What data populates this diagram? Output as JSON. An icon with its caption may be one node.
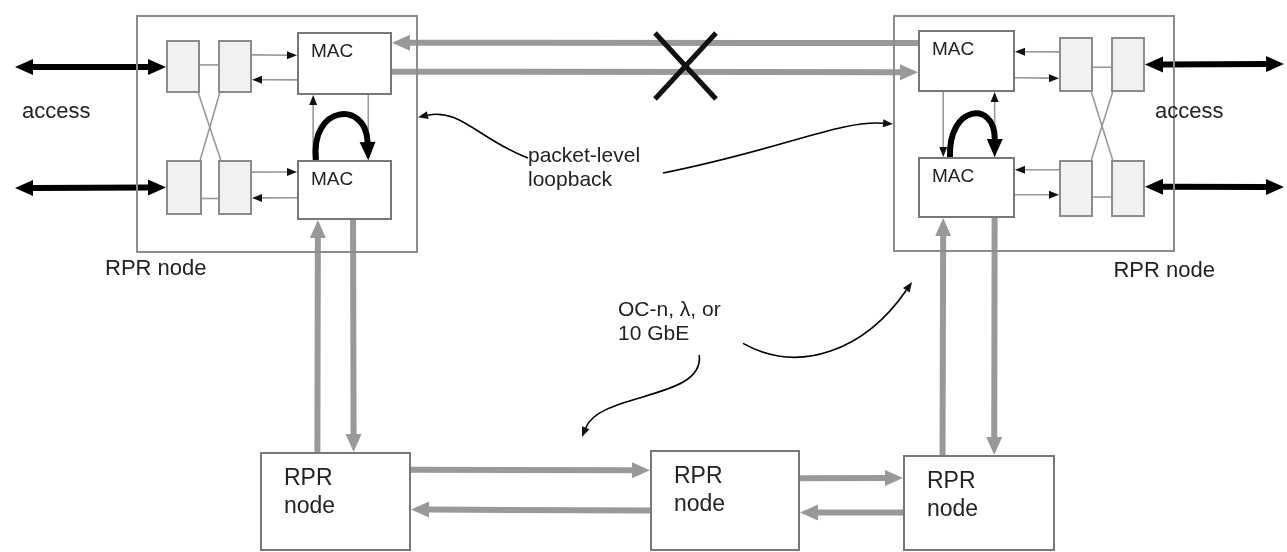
{
  "diagram": {
    "nodes": [
      {
        "text": [
          "RPR node"
        ]
      },
      {
        "text": [],
        "shape": "box",
        "in": 0
      },
      {
        "text": [],
        "shape": "box",
        "in": 0
      },
      {
        "text": [
          "MAC"
        ],
        "in": 0
      },
      {
        "text": [],
        "shape": "box",
        "in": 0
      },
      {
        "text": [],
        "shape": "box",
        "in": 0
      },
      {
        "text": [
          "MAC"
        ],
        "in": 0
      },
      {
        "text": [
          "packet-level loopback"
        ]
      },
      {
        "text": [
          "RPR node"
        ]
      },
      {
        "text": [
          "MAC"
        ],
        "in": 8
      },
      {
        "text": [],
        "shape": "box",
        "in": 8
      },
      {
        "text": [],
        "shape": "box",
        "in": 8
      },
      {
        "text": [
          "MAC"
        ],
        "in": 8
      },
      {
        "text": [],
        "shape": "box",
        "in": 8
      },
      {
        "text": [],
        "shape": "box",
        "in": 8
      },
      {
        "text": [
          "OC-n, λ, or 10 GbE"
        ]
      },
      {
        "text": [
          "RPR node"
        ]
      },
      {
        "text": [
          "RPR node"
        ]
      },
      {
        "text": [
          "RPR node"
        ]
      }
    ],
    "edges": [
      {
        "from": null,
        "to": 1,
        "arrow": "both",
        "style": "thick",
        "color": "#000000"
      },
      {
        "from": null,
        "to": 4,
        "arrow": "both",
        "style": "thick",
        "color": "#000000"
      },
      {
        "from": 1,
        "to": 2,
        "arrow": "none"
      },
      {
        "from": 4,
        "to": 5,
        "arrow": "none"
      },
      {
        "from": 1,
        "to": 5,
        "arrow": "none"
      },
      {
        "from": 2,
        "to": 4,
        "arrow": "none"
      },
      {
        "from": 2,
        "to": 3,
        "arrow": "to"
      },
      {
        "from": 3,
        "to": 2,
        "arrow": "to"
      },
      {
        "from": 5,
        "to": 6,
        "arrow": "to"
      },
      {
        "from": 6,
        "to": 5,
        "arrow": "to"
      },
      {
        "from": 6,
        "to": 3,
        "arrow": "to"
      },
      {
        "from": 3,
        "to": 6,
        "arrow": "to"
      },
      {
        "from": 6,
        "to": 6,
        "arrow": "to",
        "style": "thick",
        "color": "#000000"
      },
      {
        "from": 7,
        "to": 0,
        "arrow": "to",
        "color": "#000000"
      },
      {
        "from": 7,
        "to": 8,
        "arrow": "to",
        "color": "#000000"
      },
      {
        "from": 9,
        "to": 3,
        "arrow": "to",
        "style": "thick"
      },
      {
        "from": 3,
        "to": 9,
        "arrow": "to",
        "style": "thick"
      },
      {
        "from": 10,
        "to": 9,
        "arrow": "to"
      },
      {
        "from": 9,
        "to": 10,
        "arrow": "to"
      },
      {
        "from": 13,
        "to": 12,
        "arrow": "to"
      },
      {
        "from": 12,
        "to": 13,
        "arrow": "to"
      },
      {
        "from": 10,
        "to": 11,
        "arrow": "none"
      },
      {
        "from": 13,
        "to": 14,
        "arrow": "none"
      },
      {
        "from": 10,
        "to": 14,
        "arrow": "none"
      },
      {
        "from": 11,
        "to": 13,
        "arrow": "none"
      },
      {
        "from": 11,
        "to": null,
        "arrow": "both",
        "style": "thick",
        "color": "#000000"
      },
      {
        "from": 14,
        "to": null,
        "arrow": "both",
        "style": "thick",
        "color": "#000000"
      },
      {
        "from": 9,
        "to": 12,
        "arrow": "to"
      },
      {
        "from": 12,
        "to": 9,
        "arrow": "to"
      },
      {
        "from": 12,
        "to": 12,
        "arrow": "to",
        "style": "thick",
        "color": "#000000"
      },
      {
        "from": 16,
        "to": 6,
        "arrow": "to",
        "style": "thick"
      },
      {
        "from": 6,
        "to": 16,
        "arrow": "to",
        "style": "thick"
      },
      {
        "from": 16,
        "to": 17,
        "arrow": "to",
        "style": "thick"
      },
      {
        "from": 17,
        "to": 16,
        "arrow": "to",
        "style": "thick"
      },
      {
        "from": 17,
        "to": 18,
        "arrow": "to",
        "style": "thick"
      },
      {
        "from": 18,
        "to": 17,
        "arrow": "to",
        "style": "thick"
      },
      {
        "from": 18,
        "to": 12,
        "arrow": "to",
        "style": "thick"
      },
      {
        "from": 12,
        "to": 18,
        "arrow": "to",
        "style": "thick"
      },
      {
        "from": 15,
        "to": null,
        "arrow": "to",
        "color": "#000000"
      },
      {
        "from": 15,
        "to": null,
        "arrow": "to",
        "color": "#000000"
      }
    ],
    "labels": [
      "access",
      "access"
    ]
  }
}
